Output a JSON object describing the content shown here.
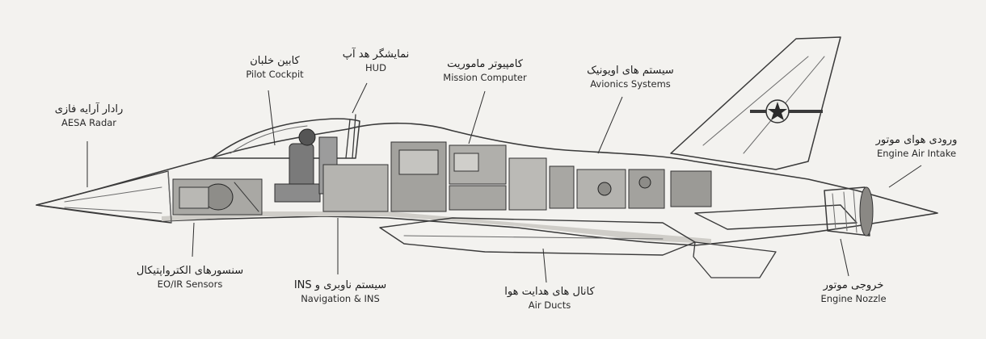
{
  "labels": {
    "radar": {
      "fa": "رادار آرایه فازی",
      "en": "AESA Radar"
    },
    "cockpit": {
      "fa": "کابین خلبان",
      "en": "Pilot Cockpit"
    },
    "hud": {
      "fa": "نمایشگر هد آپ",
      "en": "HUD"
    },
    "mission": {
      "fa": "کامپیوتر ماموریت",
      "en": "Mission Computer"
    },
    "avionics": {
      "fa": "سیستم های اویونیک",
      "en": "Avionics Systems"
    },
    "intake": {
      "fa": "ورودی هوای موتور",
      "en": "Engine Air Intake"
    },
    "eoir": {
      "fa": "سنسورهای الکترواپتیکال",
      "en": "EO/IR Sensors"
    },
    "nav": {
      "fa": "سیستم ناوبری و INS",
      "en": "Navigation & INS"
    },
    "ducts": {
      "fa": "کانال های هدایت هوا",
      "en": "Air Ducts"
    },
    "nozzle": {
      "fa": "خروجی موتور",
      "en": "Engine Nozzle"
    }
  },
  "colors": {
    "paper": "#f3f2ef",
    "ink": "#3a3a3a",
    "shade": "#9a9a9a"
  }
}
